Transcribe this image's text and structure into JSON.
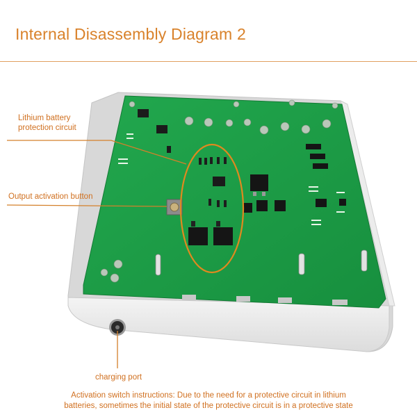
{
  "title": "Internal Disassembly Diagram 2",
  "callouts": {
    "lithium_line1": "Lithium battery",
    "lithium_line2": "protection circuit",
    "output_button": "Output activation button",
    "charging_port": "charging port"
  },
  "caption": {
    "line1": "Activation switch instructions: Due to the need for a protective circuit in lithium",
    "line2": "batteries, sometimes the initial state of the protective circuit is in a protective state"
  },
  "colors": {
    "accent": "#d9822b",
    "pcb": "#1ea24b",
    "casing": "#e8e8e8"
  }
}
